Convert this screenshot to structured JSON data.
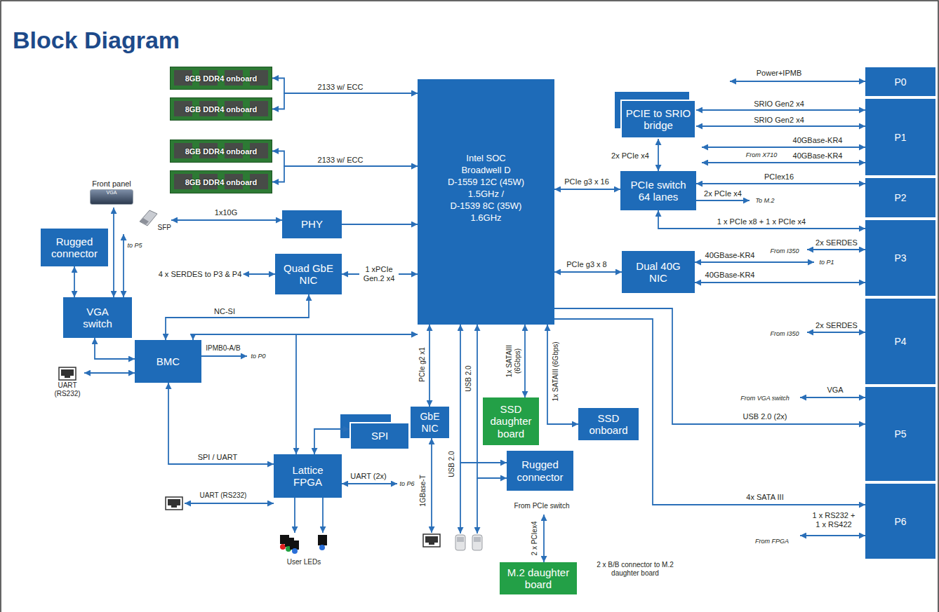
{
  "diagram": {
    "title": "Block Diagram",
    "nodes": [
      {
        "text": [
          "8GB DDR4 onboard"
        ]
      },
      {
        "text": [
          "8GB DDR4 onboard"
        ]
      },
      {
        "text": [
          "8GB DDR4 onboard"
        ]
      },
      {
        "text": [
          "8GB DDR4 onboard"
        ]
      },
      {
        "text": [
          "Intel SOC Broadwell D",
          "D-1559 12C (45W) 1.5GHz /",
          "D-1539 8C (35W) 1.6GHz"
        ]
      },
      {
        "text": [
          "P0"
        ]
      },
      {
        "text": [
          "PCIE to SRIO bridge"
        ]
      },
      {
        "text": [
          "P1"
        ]
      },
      {
        "text": [
          "PCIe switch 64 lanes"
        ]
      },
      {
        "text": [
          "P2"
        ]
      },
      {
        "text": [
          "P3"
        ]
      },
      {
        "text": [
          "Dual 40G NIC"
        ]
      },
      {
        "text": [
          "P4"
        ]
      },
      {
        "text": [
          "P5"
        ]
      },
      {
        "text": [
          "P6"
        ]
      },
      {
        "text": [
          "Front panel",
          "VGA"
        ]
      },
      {
        "text": [
          "Rugged connector"
        ]
      },
      {
        "text": [
          "VGA switch"
        ]
      },
      {
        "text": [
          "SFP"
        ]
      },
      {
        "text": [
          "PHY"
        ]
      },
      {
        "text": [
          "Quad GbE NIC"
        ]
      },
      {
        "text": [
          "BMC"
        ]
      },
      {
        "text": [
          "UART (RS232)"
        ]
      },
      {
        "text": [
          "SPI"
        ]
      },
      {
        "text": [
          "GbE NIC"
        ]
      },
      {
        "text": [
          "SSD daughter board"
        ]
      },
      {
        "text": [
          "SSD onboard"
        ]
      },
      {
        "text": [
          "Lattice FPGA"
        ]
      },
      {
        "text": [
          "Rugged connector"
        ]
      },
      {
        "text": [
          "M.2 daughter board"
        ]
      }
    ],
    "edges": [
      {
        "from": 0,
        "to": 4,
        "arrow": "both",
        "label": "2133 w/ ECC"
      },
      {
        "from": 1,
        "to": 4,
        "arrow": "both"
      },
      {
        "from": 2,
        "to": 4,
        "arrow": "both",
        "label": "2133 w/ ECC"
      },
      {
        "from": 3,
        "to": 4,
        "arrow": "both"
      },
      {
        "from": 6,
        "to": 7,
        "arrow": "both",
        "label": "SRIO Gen2 x4"
      },
      {
        "from": 6,
        "to": 7,
        "arrow": "both",
        "label": "SRIO Gen2 x4"
      },
      {
        "from": 8,
        "to": 6,
        "arrow": "both",
        "label": "2x PCIe x4"
      },
      {
        "from": 4,
        "to": 8,
        "arrow": "both",
        "label": "PCIe g3 x 16"
      },
      {
        "from": 8,
        "to": 9,
        "arrow": "both",
        "label": "PCIex16"
      },
      {
        "from": 8,
        "to": 10,
        "arrow": "both",
        "label": "1 x PCIe x8 + 1 x PCIe x4"
      },
      {
        "from": 4,
        "to": 11,
        "arrow": "both",
        "label": "PCIe g3 x 8"
      },
      {
        "from": 11,
        "to": 10,
        "arrow": "both",
        "label": "40GBase-KR4"
      },
      {
        "from": 4,
        "to": 13,
        "arrow": "to",
        "label": "USB 2.0 (2x)"
      },
      {
        "from": 4,
        "to": 14,
        "arrow": "to",
        "label": "4x SATA III"
      },
      {
        "from": 18,
        "to": 19,
        "arrow": "both",
        "label": "1x10G"
      },
      {
        "from": 19,
        "to": 4,
        "arrow": "to"
      },
      {
        "from": 20,
        "to": 4,
        "arrow": "both",
        "label": "1 xPCIe Gen.2 x4"
      },
      {
        "from": 20,
        "to": 21,
        "arrow": "both",
        "label": "NC-SI"
      },
      {
        "from": 21,
        "to": 4,
        "arrow": "both"
      },
      {
        "from": 17,
        "to": 16,
        "arrow": "both"
      },
      {
        "from": 17,
        "to": 15,
        "arrow": "both"
      },
      {
        "from": 21,
        "to": 17,
        "arrow": "both"
      },
      {
        "from": 21,
        "to": 22,
        "arrow": "both"
      },
      {
        "from": 21,
        "to": 27,
        "arrow": "both",
        "label": "SPI / UART"
      },
      {
        "from": 4,
        "to": 27,
        "arrow": "both"
      },
      {
        "from": 27,
        "to": 23,
        "arrow": "both"
      },
      {
        "from": 4,
        "to": 24,
        "arrow": "both",
        "label": "PCIe g2 x1"
      },
      {
        "from": 4,
        "to": 25,
        "arrow": "both",
        "label": "1x SATAIII (6Gbps)"
      },
      {
        "from": 4,
        "to": 26,
        "arrow": "both",
        "label": "1x SATAIII (6Gbps)"
      },
      {
        "from": 4,
        "to": 28,
        "arrow": "both",
        "label": "USB 2.0"
      },
      {
        "from": 4,
        "to": 28,
        "arrow": "both",
        "label": "USB 2.0"
      }
    ],
    "labels": [
      "Power+IPMB",
      "From X710",
      "40GBase-KR4",
      "40GBase-KR4",
      "To M.2",
      "2x PCIe x4",
      "2x SERDES",
      "From I350",
      "40GBase-KR4",
      "to P1",
      "2x SERDES",
      "From I350",
      "VGA",
      "From VGA switch",
      "1 x RS232 + 1 x RS422",
      "From FPGA",
      "4 x SERDES to P3 & P4",
      "to P5",
      "IPMB0-A/B",
      "to P0",
      "UART (2x)",
      "to P6",
      "UART (RS232)",
      "User LEDs",
      "1GBase-T",
      "From PCIe switch",
      "2 x PCIex4",
      "2 x B/B connector to M.2 daughter board"
    ]
  }
}
